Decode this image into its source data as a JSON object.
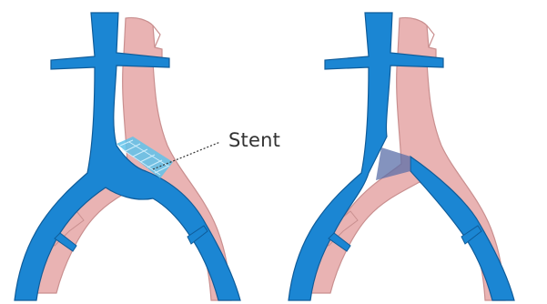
{
  "labels": {
    "stent": "Stent"
  },
  "colors": {
    "vein_blue": "#1b86d3",
    "vein_outline": "#0f5c9a",
    "artery_pink": "#e9b3b3",
    "artery_outline": "#c98f8f",
    "stent_mesh": "#5fc2ea",
    "label_text": "#333333",
    "background": "#ffffff"
  },
  "panels": [
    {
      "name": "with-stent",
      "has_stent": true
    },
    {
      "name": "compressed-vein",
      "has_stent": false
    }
  ]
}
